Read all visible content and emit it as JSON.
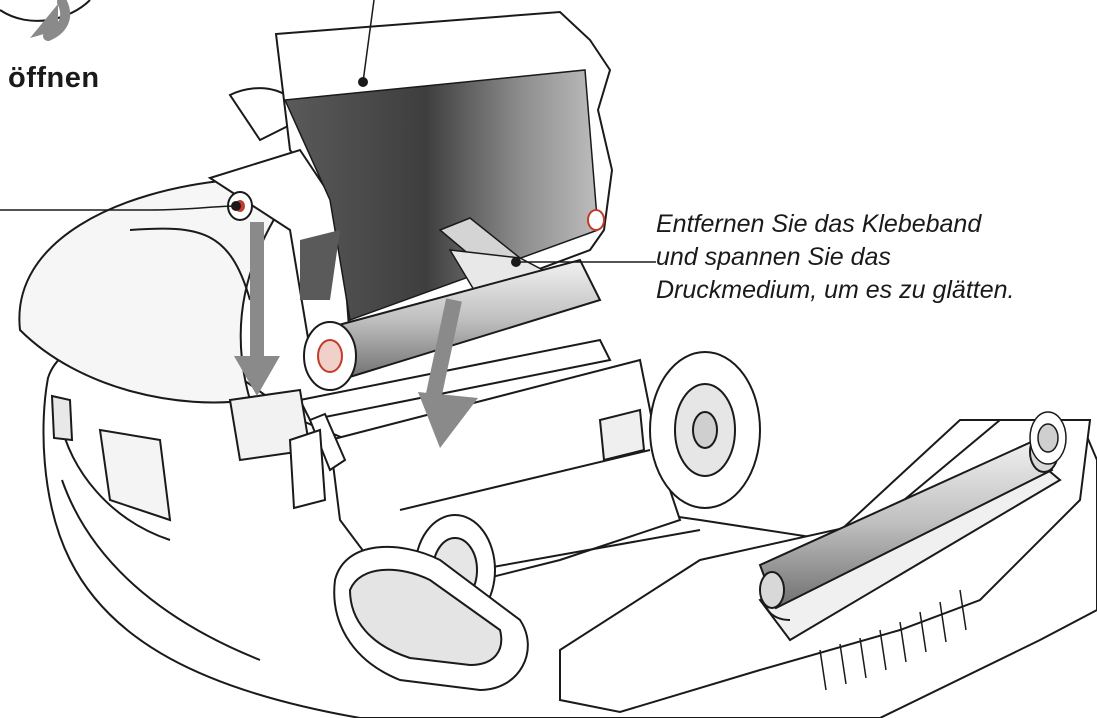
{
  "labels": {
    "open_action": "öffnen",
    "instruction_lines": [
      "Entfernen Sie das Klebeband",
      "und spannen Sie das",
      "Druckmedium, um es zu glätten."
    ]
  },
  "colors": {
    "line": "#1a1a1a",
    "arrow_gray": "#8a8a8a",
    "ribbon_dark": "#4a4a4a",
    "ribbon_light": "#9a9a9a",
    "tape": "#cfcfcf",
    "accent_red": "#c23a2a"
  },
  "icons": {
    "rotate_arrow": "curved-rotate-arrow-icon",
    "insert_arrow": "down-arrow-icon"
  }
}
